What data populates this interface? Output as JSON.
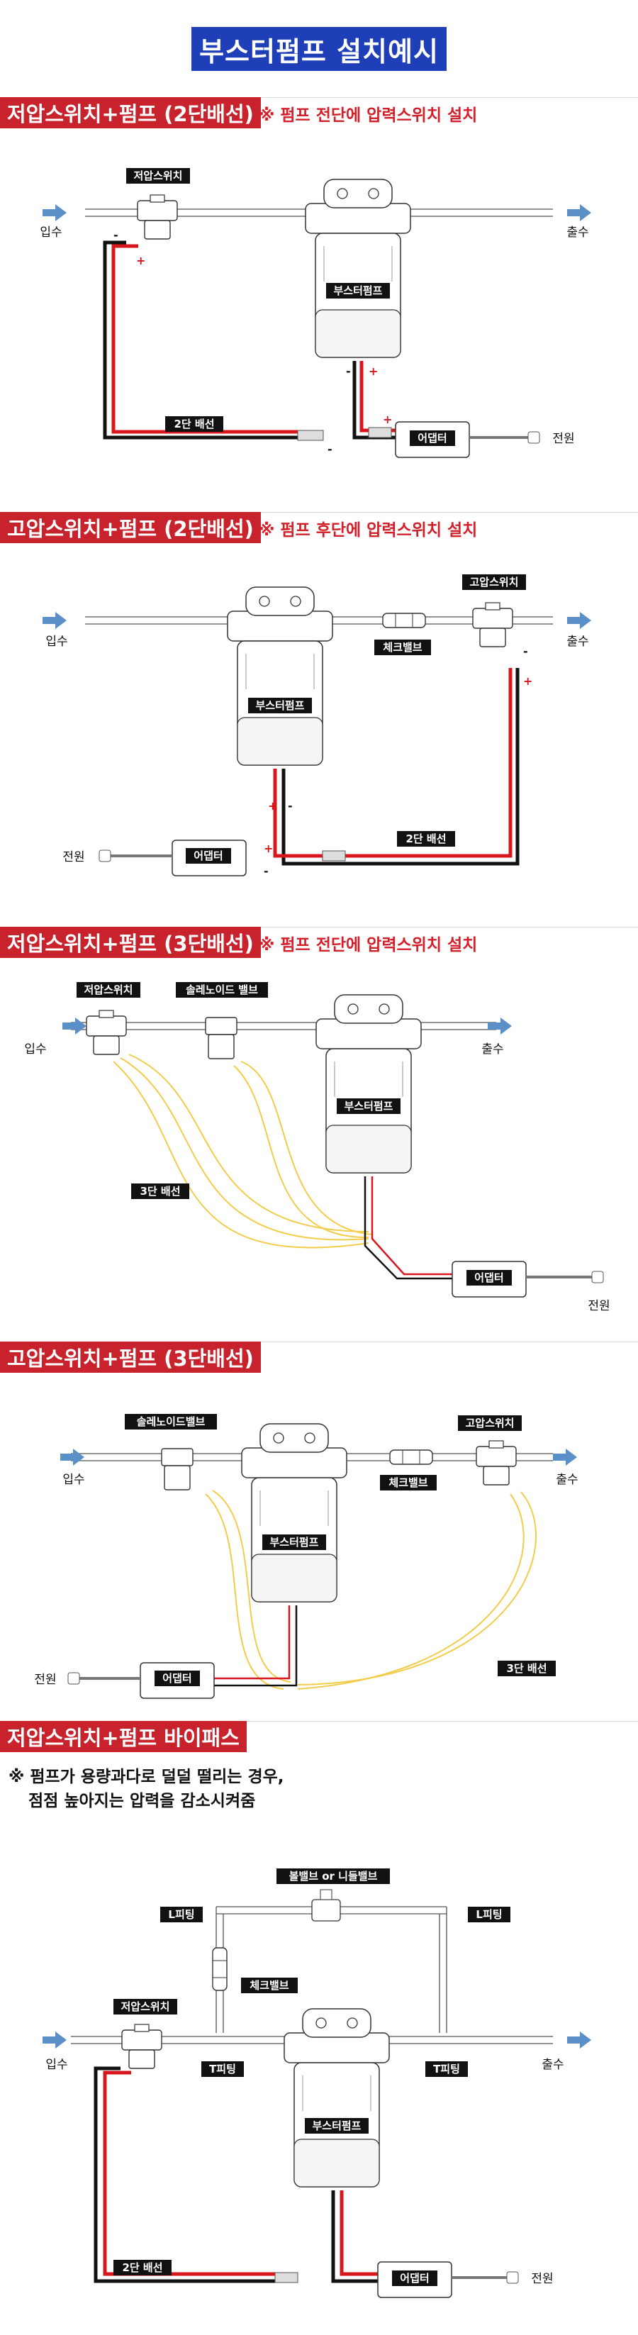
{
  "page_title": "부스터펌프 설치예시",
  "labels": {
    "inlet": "입수",
    "outlet": "출수",
    "power": "전원",
    "pump": "부스터펌프",
    "adapter": "어댑터",
    "low_switch": "저압스위치",
    "high_switch": "고압스위치",
    "check_valve": "체크밸브",
    "solenoid": "솔레노이드 밸브",
    "solenoid_b": "솔레노이드밸브",
    "wiring_2": "2단 배선",
    "wiring_3": "3단 배선",
    "ball_valve": "볼밸브 or 니들밸브",
    "l_fitting": "L피팅",
    "t_fitting": "T피팅",
    "plus": "+",
    "minus": "-"
  },
  "sections": [
    {
      "title": "저압스위치+펌프 (2단배선)",
      "note": "※ 펌프 전단에 압력스위치 설치"
    },
    {
      "title": "고압스위치+펌프 (2단배선)",
      "note": "※ 펌프 후단에 압력스위치 설치"
    },
    {
      "title": "저압스위치+펌프 (3단배선)",
      "note": "※ 펌프 전단에 압력스위치 설치"
    },
    {
      "title": "고압스위치+펌프 (3단배선)",
      "note": ""
    },
    {
      "title": "저압스위치+펌프 바이패스",
      "note_line1": "※ 펌프가 용량과다로 덜덜 떨리는 경우,",
      "note_line2": "점점 높아지는 압력을 감소시켜줌"
    }
  ],
  "colors": {
    "banner": "#1f3fb8",
    "section": "#c8232c",
    "arrow": "#5b8fc8",
    "wire_red": "#d8161e",
    "wire_black": "#111111",
    "wire_yellow": "#f2cc4a"
  }
}
